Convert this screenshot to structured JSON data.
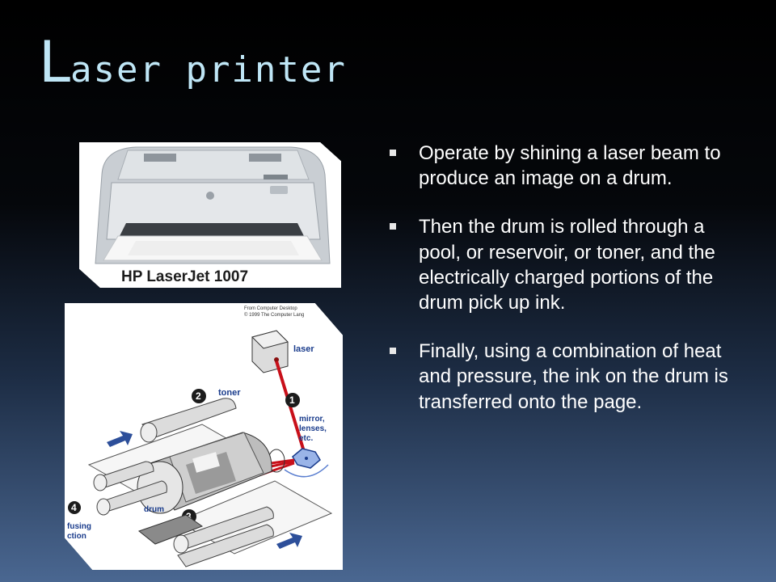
{
  "slide": {
    "title_cap": "L",
    "title_rest": "aser printer"
  },
  "photo": {
    "caption": "HP LaserJet 1007"
  },
  "diagram": {
    "credit_line1": "From Computer Desktop",
    "credit_line2": "© 1999 The Computer Lang",
    "label_laser": "laser",
    "label_toner": "toner",
    "label_mirror1": "mirror,",
    "label_mirror2": "lenses,",
    "label_mirror3": "etc.",
    "label_drum": "drum",
    "label_fusing1": "fusing",
    "label_fusing2": "ction",
    "num1": "1",
    "num2": "2",
    "num3": "3",
    "num4": "4"
  },
  "bullets": [
    "Operate by shining a laser beam to produce an image on a drum.",
    "Then the drum is rolled through a pool, or reservoir, or toner, and the electrically charged portions of the drum pick up ink.",
    "Finally, using a combination of heat and pressure, the ink on the drum is transferred onto the page."
  ]
}
